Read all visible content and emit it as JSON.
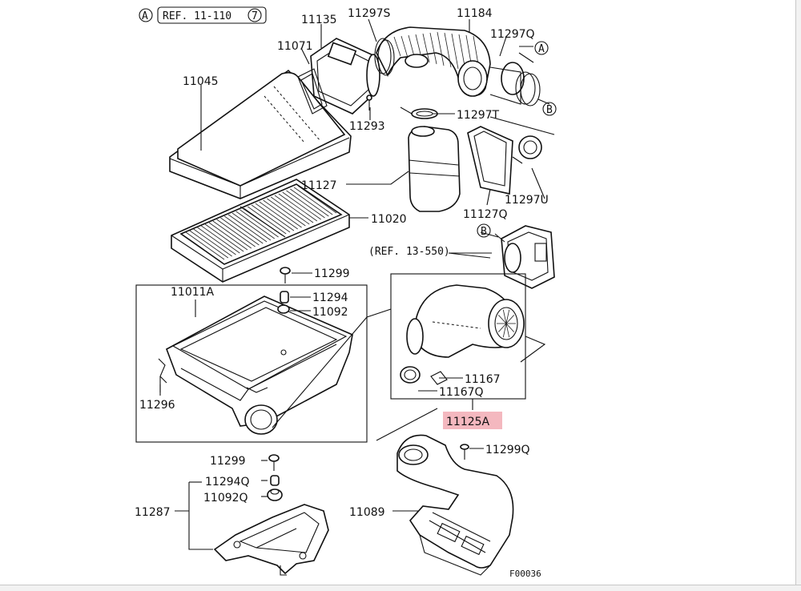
{
  "header": {
    "callout_a": "A",
    "ref_text": "REF. 11-110",
    "ref_num": "7"
  },
  "callouts": {
    "a": "A",
    "b": "B"
  },
  "parts": {
    "p11135": "11135",
    "p11297S": "11297S",
    "p11184": "11184",
    "p11297Q": "11297Q",
    "p11071": "11071",
    "p11045": "11045",
    "p11293": "11293",
    "p11297T": "11297T",
    "p11127": "11127",
    "p11297U": "11297U",
    "p11127Q": "11127Q",
    "p11020": "11020",
    "p11299_top": "11299",
    "p11011A": "11011A",
    "p11294": "11294",
    "p11092": "11092",
    "p11296": "11296",
    "p11167": "11167",
    "p11167Q": "11167Q",
    "p11125A": "11125A",
    "p11299Q": "11299Q",
    "p11299_bot": "11299",
    "p11294Q": "11294Q",
    "p11092Q": "11092Q",
    "p11287": "11287",
    "p11089": "11089"
  },
  "ref_13": "(REF. 13-550)",
  "figure_code": "F00036",
  "highlight_color": "#f4b8bf"
}
